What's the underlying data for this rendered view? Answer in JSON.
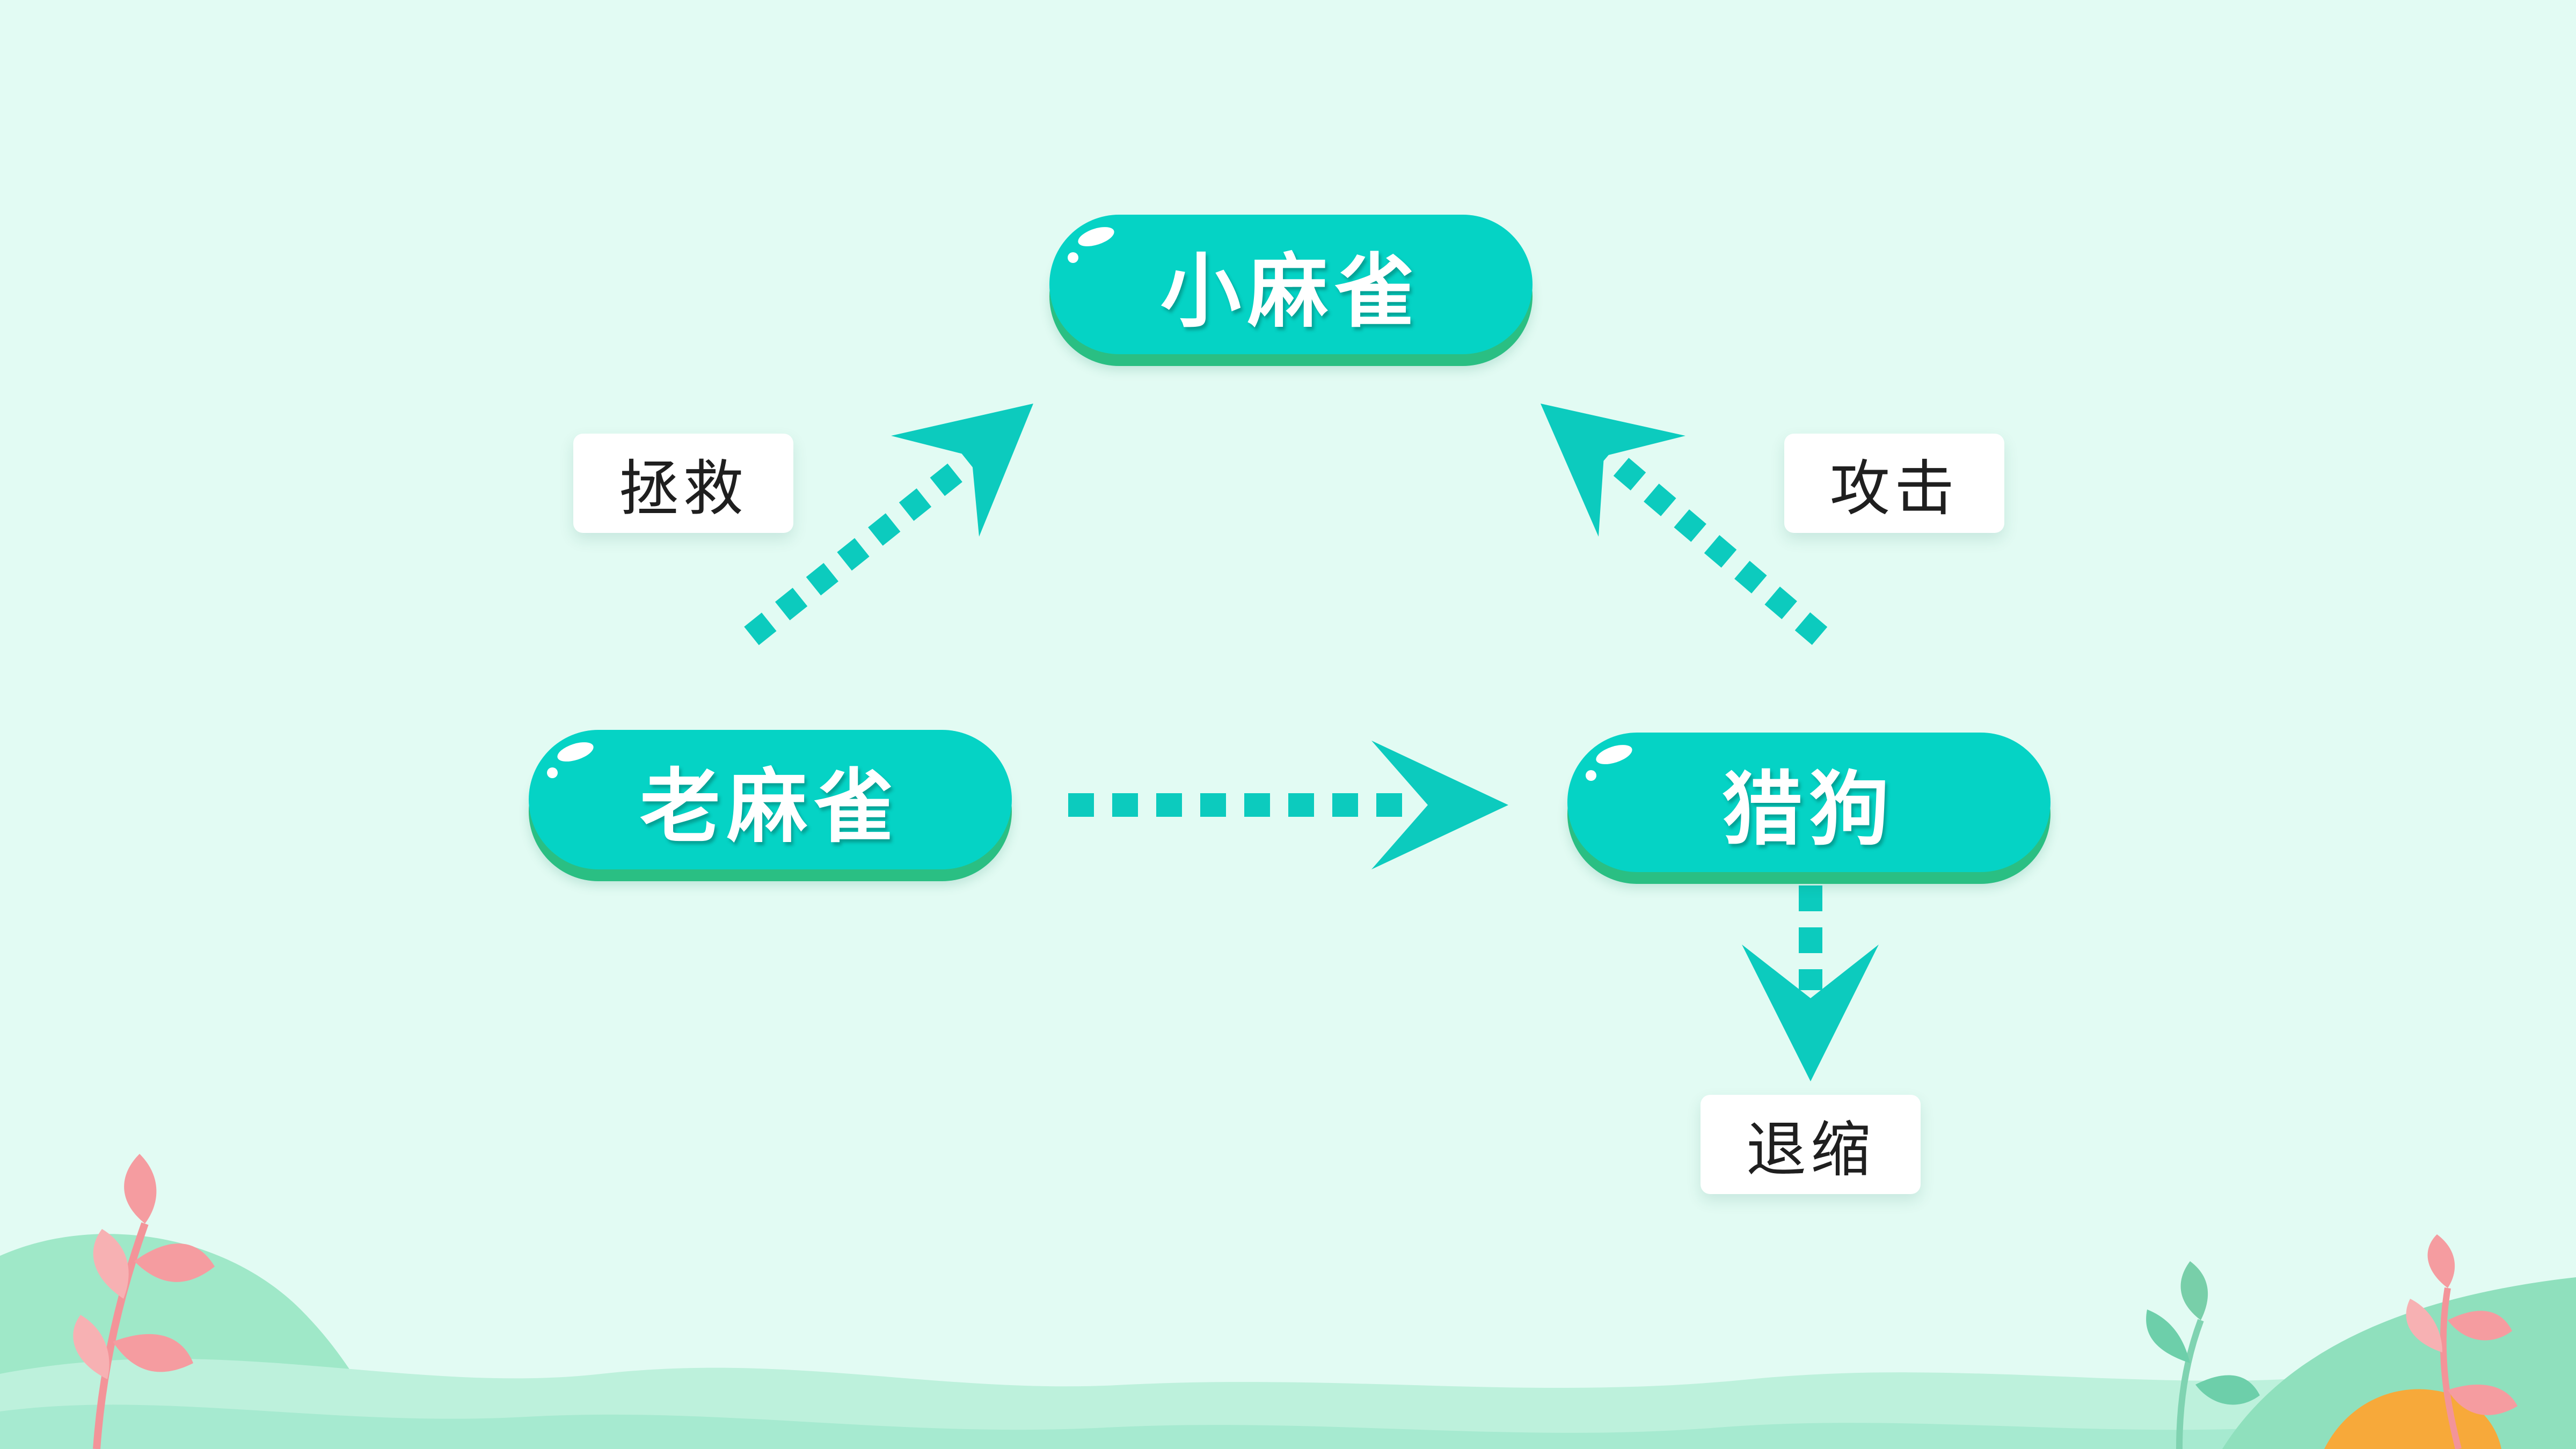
{
  "diagram": {
    "nodes": {
      "top": "小麻雀",
      "left": "老麻雀",
      "right": "猎狗"
    },
    "edge_labels": {
      "rescue": "拯救",
      "attack": "攻击",
      "retreat": "退缩"
    }
  },
  "colors": {
    "background": "#e2fbf3",
    "node_fill": "#05d3c5",
    "node_shadow": "#2abf83",
    "arrow": "#0ccbbe",
    "label_fill": "#ffffff",
    "label_text": "#1f1f1f",
    "leaf_pink": "#f59ca0",
    "leaf_green": "#6dcfaa",
    "leaf_orange": "#f7a93a"
  }
}
